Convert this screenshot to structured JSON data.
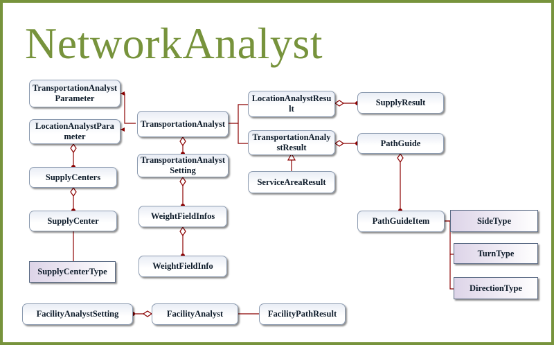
{
  "title": "NetworkAnalyst",
  "colors": {
    "frame": "#77933c",
    "line": "#8b0000",
    "box_border": "#8c9bb0"
  },
  "classes": {
    "transportation_analyst_parameter": "TransportationAnalystParameter",
    "location_analyst_parameter": "LocationAnalystParameter",
    "supply_centers": "SupplyCenters",
    "supply_center": "SupplyCenter",
    "supply_center_type": "SupplyCenterType",
    "transportation_analyst": "TransportationAnalyst",
    "transportation_analyst_setting": "TransportationAnalystSetting",
    "weight_field_infos": "WeightFieldInfos",
    "weight_field_info": "WeightFieldInfo",
    "location_analyst_result": "LocationAnalystResult",
    "supply_result": "SupplyResult",
    "transportation_analyst_result": "TransportationAnalystResult",
    "path_guide": "PathGuide",
    "service_area_result": "ServiceAreaResult",
    "path_guide_item": "PathGuideItem",
    "side_type": "SideType",
    "turn_type": "TurnType",
    "direction_type": "DirectionType",
    "facility_analyst_setting": "FacilityAnalystSetting",
    "facility_analyst": "FacilityAnalyst",
    "facility_path_result": "FacilityPathResult"
  }
}
